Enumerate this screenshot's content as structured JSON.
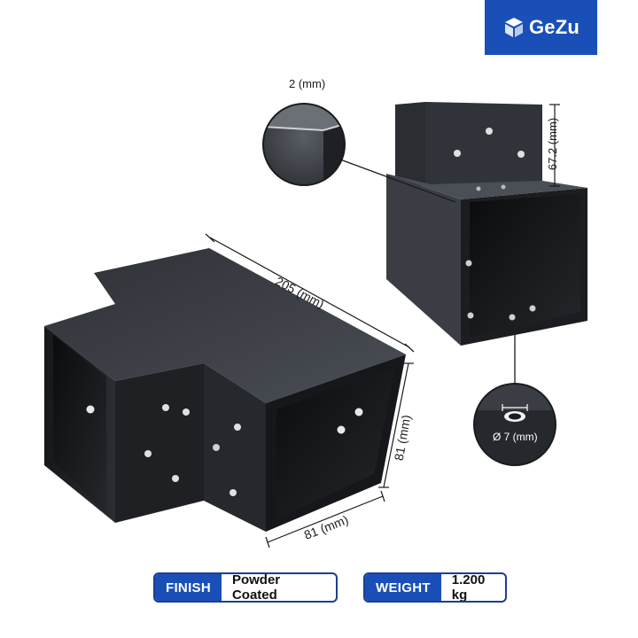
{
  "brand": {
    "name": "GeZu",
    "color": "#1a4fb8"
  },
  "dimensions": {
    "thickness": "2 (mm)",
    "bracket_height": "67.2 (mm)",
    "length": "205 (mm)",
    "height": "81 (mm)",
    "width": "81 (mm)",
    "hole_diameter": "Ø 7 (mm)"
  },
  "specs": {
    "finish": {
      "label": "FINISH",
      "value": "Powder Coated"
    },
    "weight": {
      "label": "WEIGHT",
      "value": "1.200 kg"
    }
  },
  "icons": [
    "cube-logo-icon"
  ]
}
